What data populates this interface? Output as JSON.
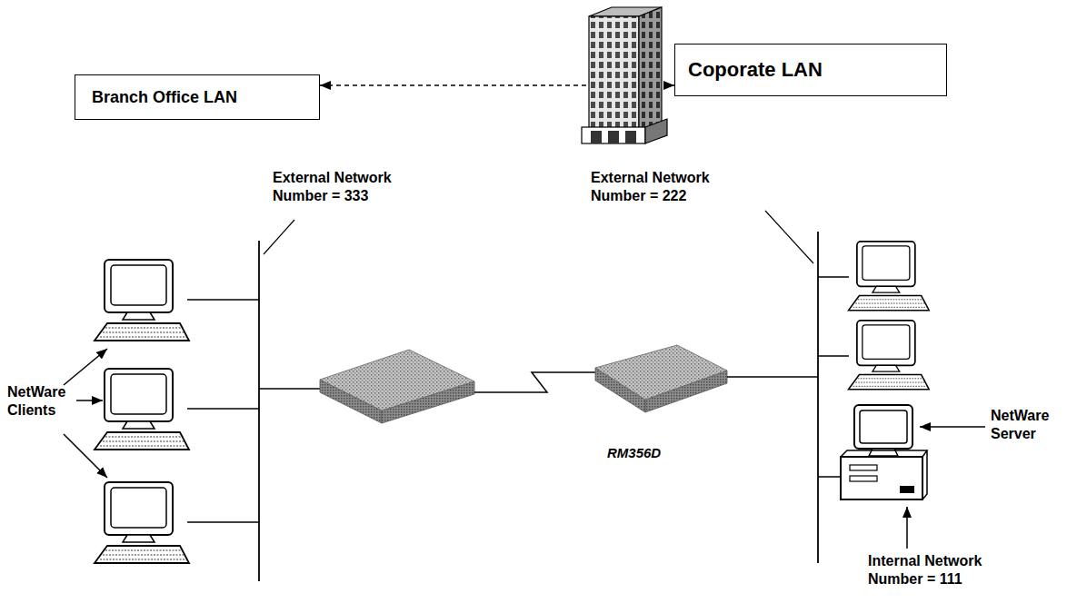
{
  "diagram": {
    "nodes": [
      {
        "text": [
          "Branch Office LAN"
        ]
      },
      {
        "text": [
          "Coporate LAN"
        ]
      }
    ],
    "edges": [
      {
        "from": 0,
        "to": 1,
        "arrow": "both"
      }
    ],
    "labels": [
      "External Network Number = 333",
      "External Network Number = 222",
      "NetWare Clients",
      "RM356D",
      "NetWare Server",
      "Internal Network Number = 111"
    ]
  }
}
